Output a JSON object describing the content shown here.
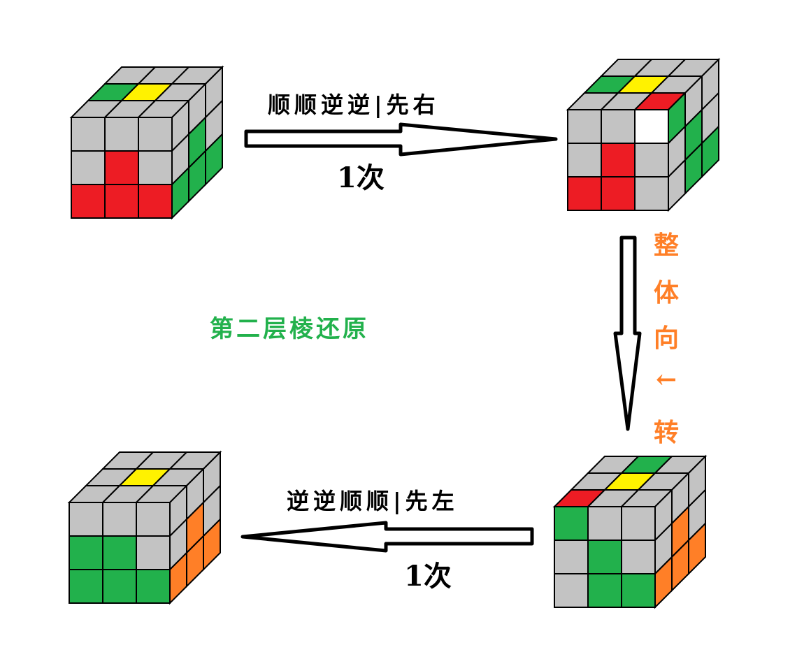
{
  "colors": {
    "g": "#c3c3c3",
    "r": "#ed1c24",
    "G": "#22b14c",
    "y": "#fff200",
    "w": "#ffffff",
    "o": "#ff7f27"
  },
  "cubes": [
    {
      "name": "cube-start",
      "front": [
        "g",
        "g",
        "g",
        "g",
        "r",
        "g",
        "r",
        "r",
        "r"
      ],
      "top": [
        "g",
        "g",
        "g",
        "G",
        "y",
        "g",
        "g",
        "g",
        "g"
      ],
      "right": [
        "g",
        "g",
        "g",
        "g",
        "G",
        "g",
        "G",
        "G",
        "G"
      ]
    },
    {
      "name": "cube-after-right",
      "front": [
        "g",
        "g",
        "w",
        "g",
        "r",
        "g",
        "r",
        "r",
        "g"
      ],
      "top": [
        "g",
        "g",
        "g",
        "G",
        "y",
        "g",
        "g",
        "g",
        "r"
      ],
      "right": [
        "G",
        "g",
        "g",
        "g",
        "G",
        "g",
        "g",
        "G",
        "G"
      ]
    },
    {
      "name": "cube-rotated",
      "front": [
        "G",
        "g",
        "g",
        "g",
        "G",
        "g",
        "g",
        "G",
        "G"
      ],
      "top": [
        "g",
        "G",
        "g",
        "g",
        "y",
        "g",
        "r",
        "g",
        "g"
      ],
      "right": [
        "g",
        "g",
        "g",
        "g",
        "o",
        "g",
        "o",
        "o",
        "o"
      ]
    },
    {
      "name": "cube-final",
      "front": [
        "g",
        "g",
        "g",
        "G",
        "G",
        "g",
        "G",
        "G",
        "G"
      ],
      "top": [
        "g",
        "g",
        "g",
        "g",
        "y",
        "g",
        "g",
        "g",
        "g"
      ],
      "right": [
        "g",
        "g",
        "g",
        "g",
        "o",
        "g",
        "o",
        "o",
        "o"
      ]
    }
  ],
  "labels": {
    "step1": "顺顺逆逆|先右",
    "step1_count": "1次",
    "rotate": [
      "整",
      "体",
      "向",
      "←",
      "转"
    ],
    "title": "第二层棱还原",
    "step2": "逆逆顺顺|先左",
    "step2_count": "1次"
  }
}
